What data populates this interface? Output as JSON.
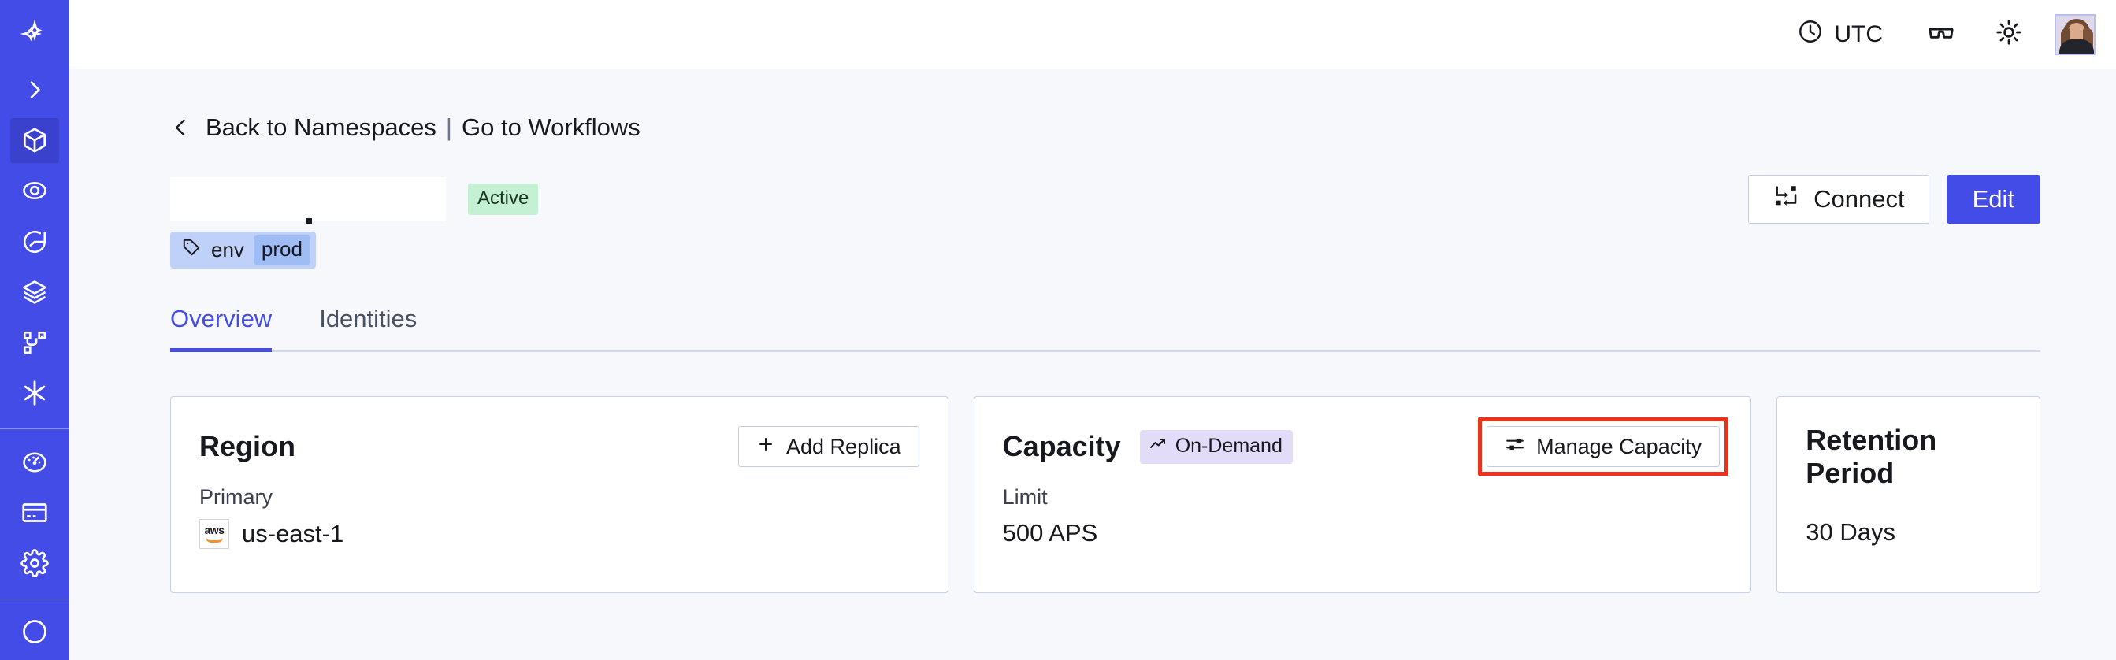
{
  "sidebar": {
    "items": [
      {
        "name": "temporal-logo",
        "icon": "temporal-logo-icon"
      },
      {
        "name": "expand-sidebar",
        "icon": "chevron-right-icon"
      },
      {
        "name": "namespaces",
        "icon": "cube-icon",
        "active": true
      },
      {
        "name": "observability",
        "icon": "eye-icon"
      },
      {
        "name": "schedules",
        "icon": "timer-icon"
      },
      {
        "name": "batch-operations",
        "icon": "layers-icon"
      },
      {
        "name": "workflows",
        "icon": "nodes-icon"
      },
      {
        "name": "integrations",
        "icon": "asterisk-icon"
      },
      {
        "name": "usage",
        "icon": "gauge-icon"
      },
      {
        "name": "billing",
        "icon": "credit-card-icon"
      },
      {
        "name": "settings",
        "icon": "gear-icon"
      }
    ]
  },
  "header": {
    "timezone": "UTC",
    "clock_icon": "clock-icon",
    "docs_icon": "glasses-icon",
    "theme_icon": "sun-icon",
    "avatar_icon": "user-avatar"
  },
  "breadcrumb": {
    "back_icon": "chevron-left-icon",
    "back_label": "Back to Namespaces",
    "separator": "|",
    "forward_label": "Go to Workflows"
  },
  "namespace": {
    "name": "",
    "status_badge": "Active",
    "tag": {
      "icon": "tag-icon",
      "key": "env",
      "value": "prod"
    }
  },
  "actions": {
    "connect_label": "Connect",
    "connect_icon": "connect-flow-icon",
    "edit_label": "Edit"
  },
  "tabs": [
    {
      "label": "Overview",
      "active": true
    },
    {
      "label": "Identities",
      "active": false
    }
  ],
  "cards": {
    "region": {
      "title": "Region",
      "action_label": "Add Replica",
      "action_icon": "plus-icon",
      "sub_label": "Primary",
      "provider_icon": "aws-logo",
      "value": "us-east-1"
    },
    "capacity": {
      "title": "Capacity",
      "badge_label": "On-Demand",
      "badge_icon": "trending-up-icon",
      "action_label": "Manage Capacity",
      "action_icon": "sliders-icon",
      "sub_label": "Limit",
      "value": "500 APS",
      "highlighted": true
    },
    "retention": {
      "title": "Retention Period",
      "value": "30 Days"
    }
  },
  "colors": {
    "brand": "#444ce7",
    "sidebar": "#444ce7",
    "page_bg": "#f7f8fb",
    "status_active_bg": "#c4f0d3",
    "tag_bg": "#bfd1f8",
    "tag_value_bg": "#9fbcf5",
    "ondemand_badge_bg": "#e3dcf8",
    "highlight_border": "#e8341c"
  }
}
